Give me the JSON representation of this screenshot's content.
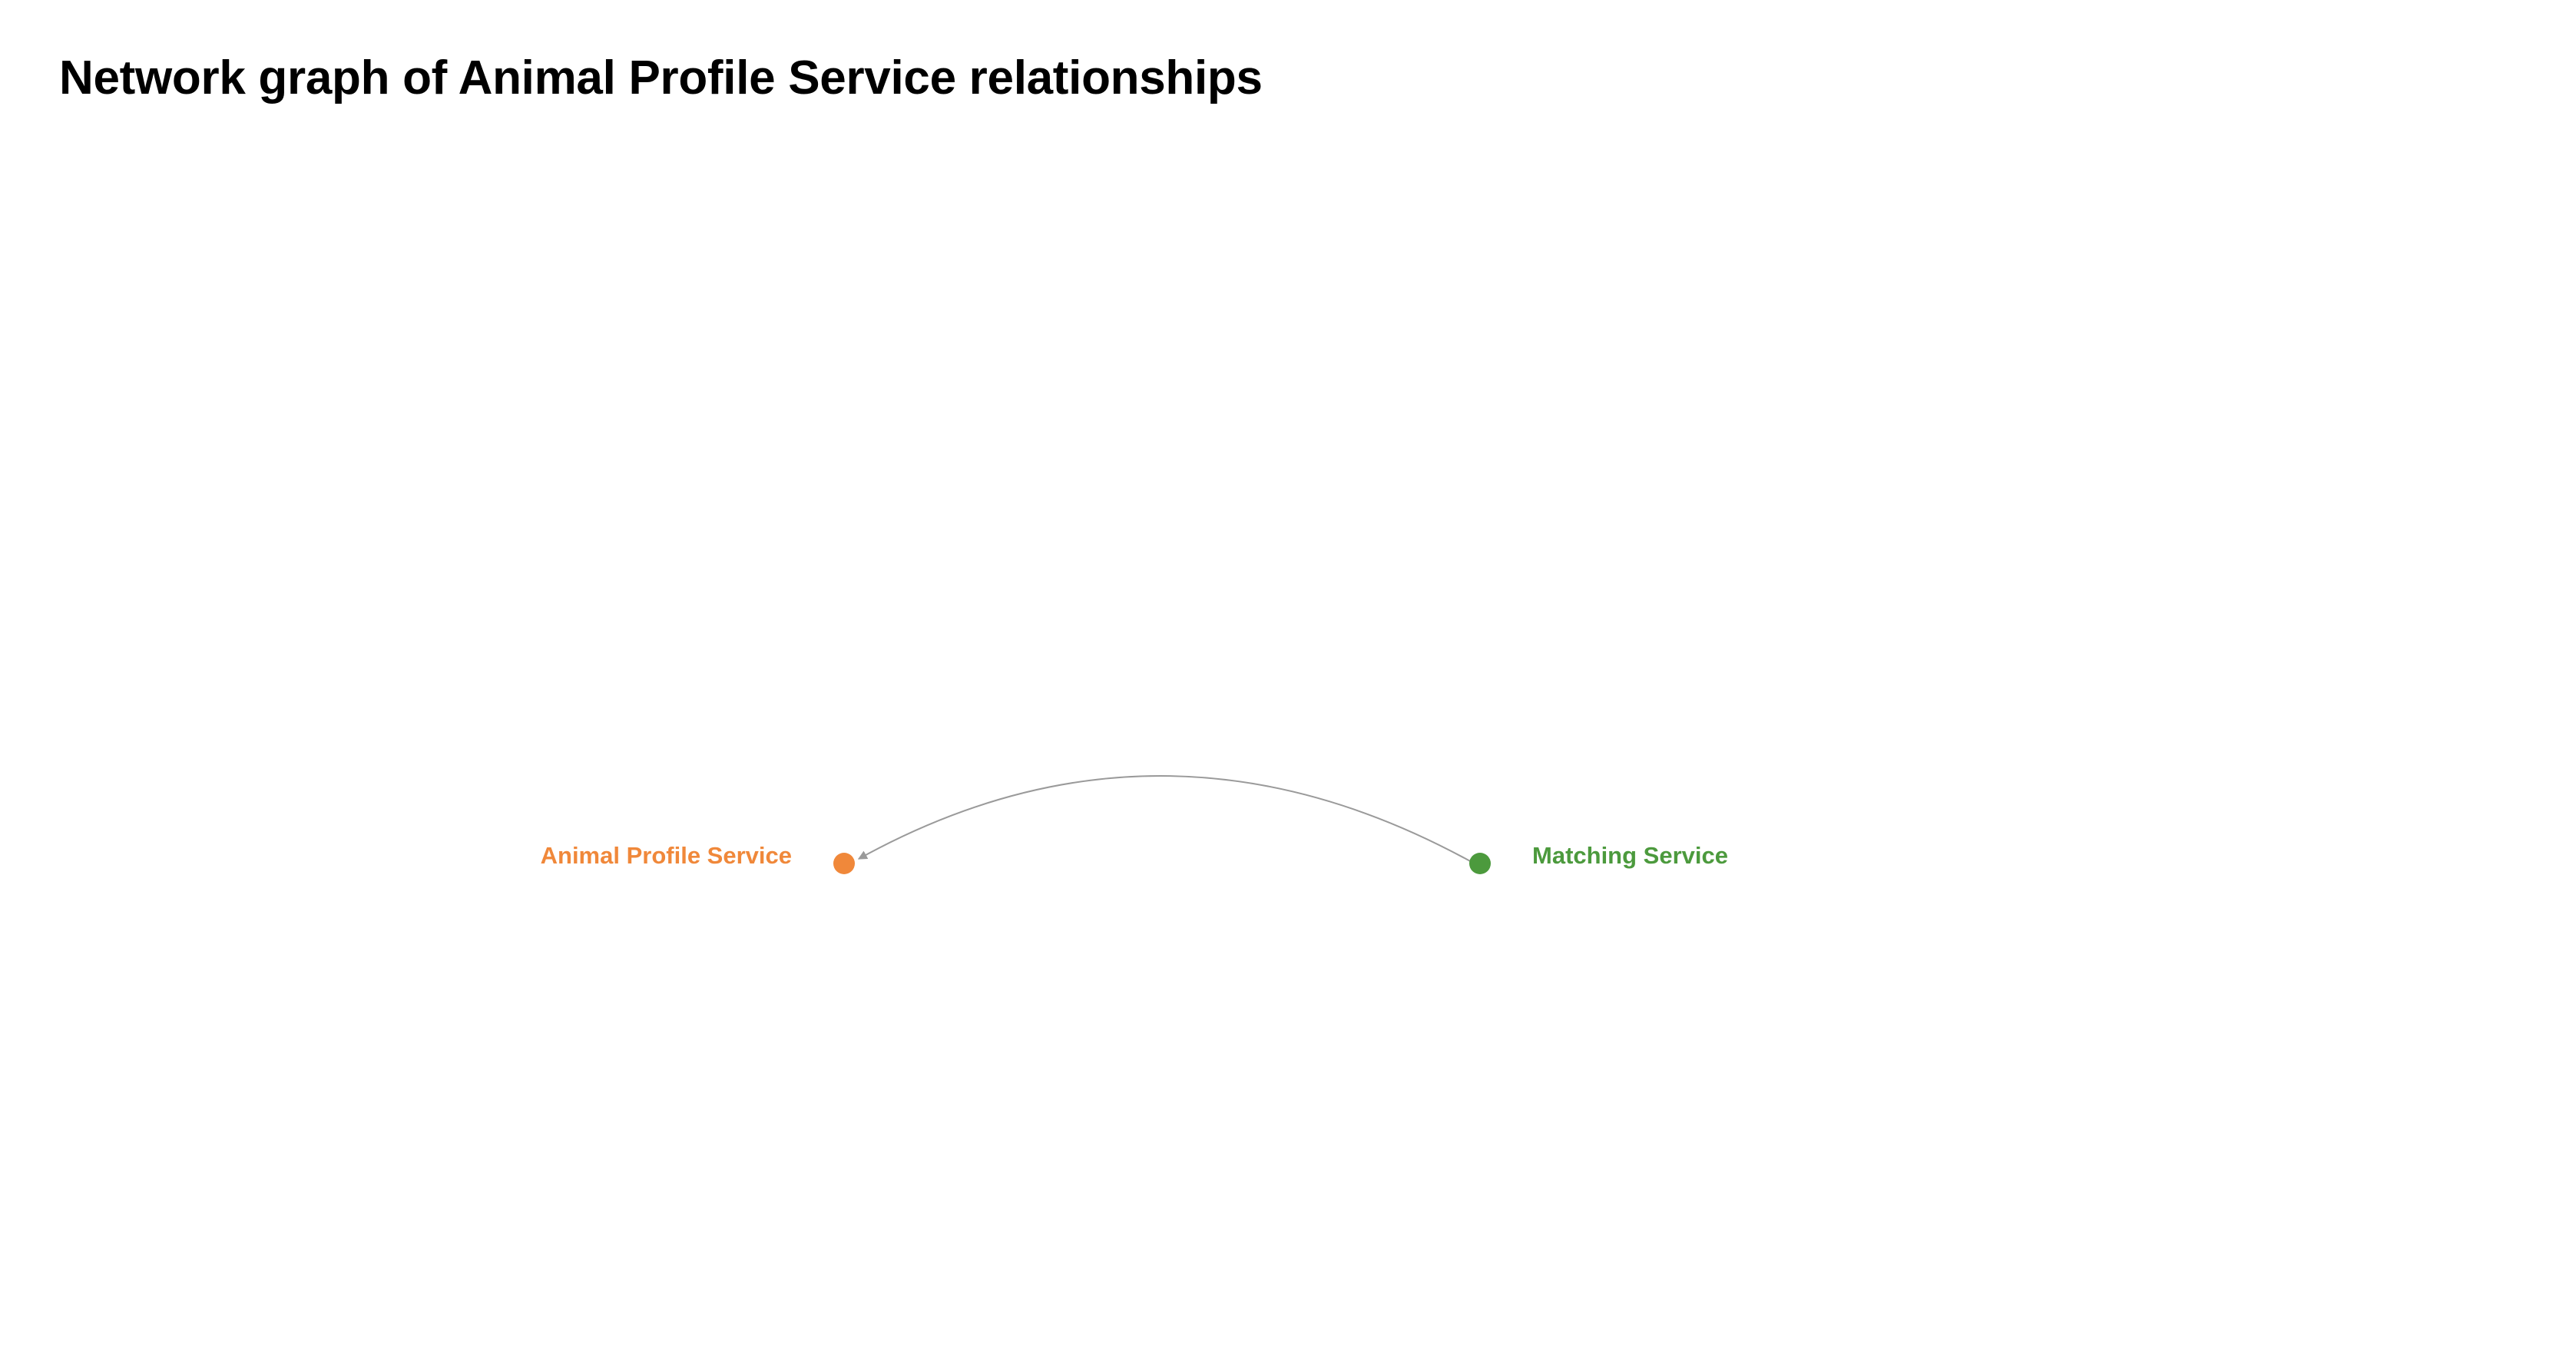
{
  "page": {
    "title": "Network graph of Animal Profile Service relationships"
  },
  "graph": {
    "nodes": [
      {
        "id": "animal-profile-service",
        "label": "Animal Profile Service",
        "color": "#f0883a"
      },
      {
        "id": "matching-service",
        "label": "Matching Service",
        "color": "#4c9a3d"
      }
    ],
    "edges": [
      {
        "from": "matching-service",
        "to": "animal-profile-service",
        "color": "#9a9a9a"
      }
    ]
  }
}
